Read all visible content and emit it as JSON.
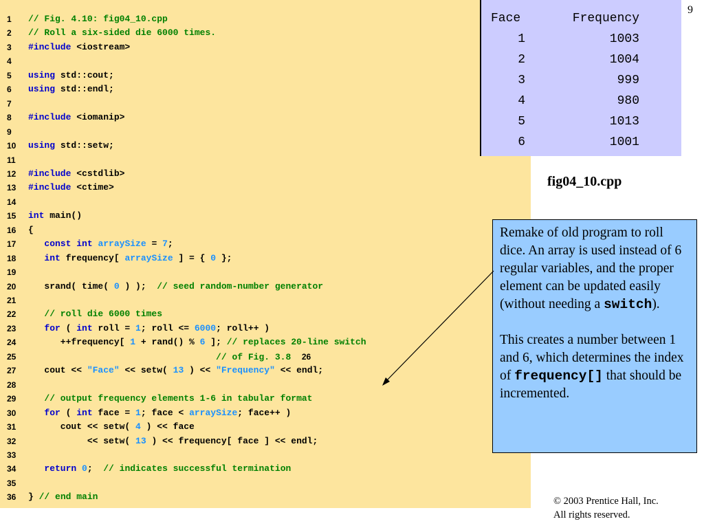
{
  "page_number": "9",
  "file_label": "fig04_10.cpp",
  "code_lines": [
    {
      "n": "1",
      "tokens": [
        {
          "t": "// Fig. 4.10: fig04_10.cpp",
          "c": "cm"
        }
      ]
    },
    {
      "n": "2",
      "tokens": [
        {
          "t": "// Roll a six-sided die 6000 times.",
          "c": "cm"
        }
      ]
    },
    {
      "n": "3",
      "tokens": [
        {
          "t": "#include",
          "c": "kw"
        },
        {
          "t": " <iostream>",
          "c": ""
        }
      ]
    },
    {
      "n": "4",
      "tokens": []
    },
    {
      "n": "5",
      "tokens": [
        {
          "t": "using",
          "c": "kw"
        },
        {
          "t": " std::cout;",
          "c": ""
        }
      ]
    },
    {
      "n": "6",
      "tokens": [
        {
          "t": "using",
          "c": "kw"
        },
        {
          "t": " std::endl;",
          "c": ""
        }
      ]
    },
    {
      "n": "7",
      "tokens": []
    },
    {
      "n": "8",
      "tokens": [
        {
          "t": "#include",
          "c": "kw"
        },
        {
          "t": " <iomanip>",
          "c": ""
        }
      ]
    },
    {
      "n": "9",
      "tokens": []
    },
    {
      "n": "10",
      "tokens": [
        {
          "t": "using",
          "c": "kw"
        },
        {
          "t": " std::setw;",
          "c": ""
        }
      ]
    },
    {
      "n": "11",
      "tokens": []
    },
    {
      "n": "12",
      "tokens": [
        {
          "t": "#include",
          "c": "kw"
        },
        {
          "t": " <cstdlib>",
          "c": ""
        }
      ]
    },
    {
      "n": "13",
      "tokens": [
        {
          "t": "#include",
          "c": "kw"
        },
        {
          "t": " <ctime>",
          "c": ""
        }
      ]
    },
    {
      "n": "14",
      "tokens": []
    },
    {
      "n": "15",
      "tokens": [
        {
          "t": "int",
          "c": "kw"
        },
        {
          "t": " main()",
          "c": ""
        }
      ]
    },
    {
      "n": "16",
      "tokens": [
        {
          "t": "{",
          "c": ""
        }
      ]
    },
    {
      "n": "17",
      "tokens": [
        {
          "t": "   ",
          "c": ""
        },
        {
          "t": "const int",
          "c": "kw"
        },
        {
          "t": " ",
          "c": ""
        },
        {
          "t": "arraySize",
          "c": "num"
        },
        {
          "t": " = ",
          "c": ""
        },
        {
          "t": "7",
          "c": "num"
        },
        {
          "t": ";",
          "c": ""
        }
      ]
    },
    {
      "n": "18",
      "tokens": [
        {
          "t": "   ",
          "c": ""
        },
        {
          "t": "int",
          "c": "kw"
        },
        {
          "t": " frequency[ ",
          "c": ""
        },
        {
          "t": "arraySize",
          "c": "num"
        },
        {
          "t": " ] = { ",
          "c": ""
        },
        {
          "t": "0",
          "c": "num"
        },
        {
          "t": " };",
          "c": ""
        }
      ]
    },
    {
      "n": "19",
      "tokens": []
    },
    {
      "n": "20",
      "tokens": [
        {
          "t": "   srand( time( ",
          "c": ""
        },
        {
          "t": "0",
          "c": "num"
        },
        {
          "t": " ) );  ",
          "c": ""
        },
        {
          "t": "// seed random-number generator",
          "c": "cm"
        }
      ]
    },
    {
      "n": "21",
      "tokens": []
    },
    {
      "n": "22",
      "tokens": [
        {
          "t": "   ",
          "c": ""
        },
        {
          "t": "// roll die 6000 times",
          "c": "cm"
        }
      ]
    },
    {
      "n": "23",
      "tokens": [
        {
          "t": "   ",
          "c": ""
        },
        {
          "t": "for",
          "c": "kw"
        },
        {
          "t": " ( ",
          "c": ""
        },
        {
          "t": "int",
          "c": "kw"
        },
        {
          "t": " roll = ",
          "c": ""
        },
        {
          "t": "1",
          "c": "num"
        },
        {
          "t": "; roll <= ",
          "c": ""
        },
        {
          "t": "6000",
          "c": "num"
        },
        {
          "t": "; roll++ )",
          "c": ""
        }
      ]
    },
    {
      "n": "24",
      "tokens": [
        {
          "t": "      ++frequency[ ",
          "c": ""
        },
        {
          "t": "1",
          "c": "num"
        },
        {
          "t": " + rand() % ",
          "c": ""
        },
        {
          "t": "6",
          "c": "num"
        },
        {
          "t": " ]; ",
          "c": ""
        },
        {
          "t": "// replaces 20-line switch",
          "c": "cm"
        }
      ]
    },
    {
      "n": "25",
      "tokens": [
        {
          "t": "                                   ",
          "c": ""
        },
        {
          "t": "// of Fig. 3.8",
          "c": "cm"
        },
        {
          "t": "  ",
          "c": ""
        },
        {
          "t": "26",
          "c": "ref"
        }
      ]
    },
    {
      "n": "27",
      "tokens": [
        {
          "t": "   cout << ",
          "c": ""
        },
        {
          "t": "\"Face\"",
          "c": "str"
        },
        {
          "t": " << setw( ",
          "c": ""
        },
        {
          "t": "13",
          "c": "num"
        },
        {
          "t": " ) << ",
          "c": ""
        },
        {
          "t": "\"Frequency\"",
          "c": "str"
        },
        {
          "t": " << endl;",
          "c": ""
        }
      ]
    },
    {
      "n": "28",
      "tokens": []
    },
    {
      "n": "29",
      "tokens": [
        {
          "t": "   ",
          "c": ""
        },
        {
          "t": "// output frequency elements 1-6 in tabular format",
          "c": "cm"
        }
      ]
    },
    {
      "n": "30",
      "tokens": [
        {
          "t": "   ",
          "c": ""
        },
        {
          "t": "for",
          "c": "kw"
        },
        {
          "t": " ( ",
          "c": ""
        },
        {
          "t": "int",
          "c": "kw"
        },
        {
          "t": " face = ",
          "c": ""
        },
        {
          "t": "1",
          "c": "num"
        },
        {
          "t": "; face < ",
          "c": ""
        },
        {
          "t": "arraySize",
          "c": "num"
        },
        {
          "t": "; face++ )",
          "c": ""
        }
      ]
    },
    {
      "n": "31",
      "tokens": [
        {
          "t": "      cout << setw( ",
          "c": ""
        },
        {
          "t": "4",
          "c": "num"
        },
        {
          "t": " ) << face",
          "c": ""
        }
      ]
    },
    {
      "n": "32",
      "tokens": [
        {
          "t": "           << setw( ",
          "c": ""
        },
        {
          "t": "13",
          "c": "num"
        },
        {
          "t": " ) << frequency[ face ] << endl;",
          "c": ""
        }
      ]
    },
    {
      "n": "33",
      "tokens": []
    },
    {
      "n": "34",
      "tokens": [
        {
          "t": "   ",
          "c": ""
        },
        {
          "t": "return",
          "c": "kw"
        },
        {
          "t": " ",
          "c": ""
        },
        {
          "t": "0",
          "c": "num"
        },
        {
          "t": ";  ",
          "c": ""
        },
        {
          "t": "// indicates successful termination",
          "c": "cm"
        }
      ]
    },
    {
      "n": "35",
      "tokens": []
    },
    {
      "n": "36",
      "tokens": [
        {
          "t": "} ",
          "c": ""
        },
        {
          "t": "// end main",
          "c": "cm"
        }
      ]
    }
  ],
  "output": {
    "header_face": "Face",
    "header_frequency": "Frequency",
    "rows": [
      {
        "face": "1",
        "freq": "1003"
      },
      {
        "face": "2",
        "freq": "1004"
      },
      {
        "face": "3",
        "freq": "999"
      },
      {
        "face": "4",
        "freq": "980"
      },
      {
        "face": "5",
        "freq": "1013"
      },
      {
        "face": "6",
        "freq": "1001"
      }
    ]
  },
  "callout": {
    "p1_text": "Remake of old program to roll dice. An array is used instead of 6 regular variables, and the proper element can be updated easily (without needing a ",
    "p1_code": "switch",
    "p1_end": ").",
    "p2_text": "This creates a number between 1 and 6, which determines the index of ",
    "p2_code": "frequency[]",
    "p2_end": " that should be incremented."
  },
  "copyright": {
    "line1": "© 2003 Prentice Hall, Inc.",
    "line2": "All rights reserved."
  },
  "colors": {
    "code_background": "#fde59e",
    "output_background": "#ccccff",
    "callout_background": "#99ccff",
    "keyword": "#0000cc",
    "comment": "#008000",
    "literal": "#1a90ff"
  }
}
